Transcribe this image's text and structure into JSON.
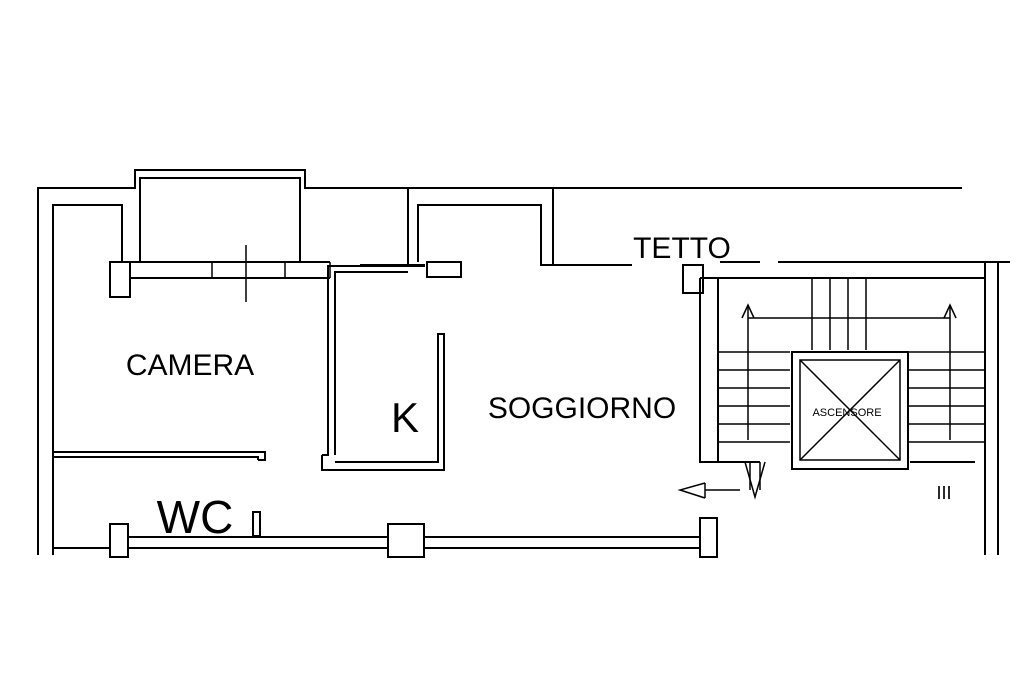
{
  "rooms": {
    "camera": "CAMERA",
    "soggiorno": "SOGGIORNO",
    "kitchen": "K",
    "wc": "WC"
  },
  "labels": {
    "roof": "TETTO",
    "elevator": "ASCENSORE",
    "stair_mark": "III"
  },
  "colors": {
    "background": "#ffffff",
    "lines": "#000000"
  }
}
